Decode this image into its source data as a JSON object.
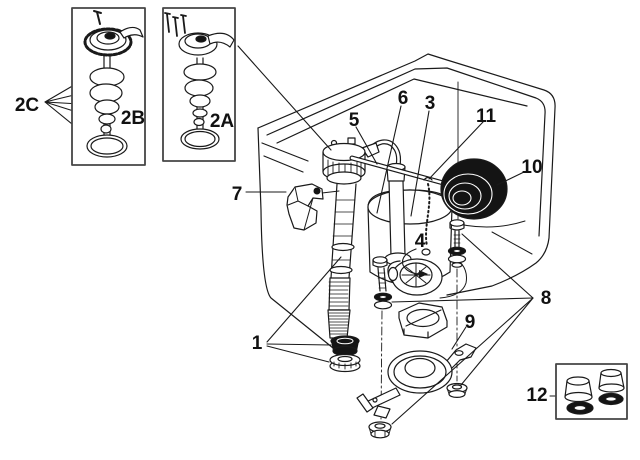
{
  "figure": {
    "kind": "exploded-parts-diagram",
    "colors": {
      "ink": "#1a1a1a",
      "paper": "#ffffff",
      "rubber_parts": "#141414"
    }
  },
  "labels": {
    "n1": "1",
    "n2a": "2A",
    "n2b": "2B",
    "n2c": "2C",
    "n3": "3",
    "n4": "4",
    "n5": "5",
    "n6": "6",
    "n7": "7",
    "n8": "8",
    "n9": "9",
    "n10": "10",
    "n11": "11",
    "n12": "12"
  }
}
